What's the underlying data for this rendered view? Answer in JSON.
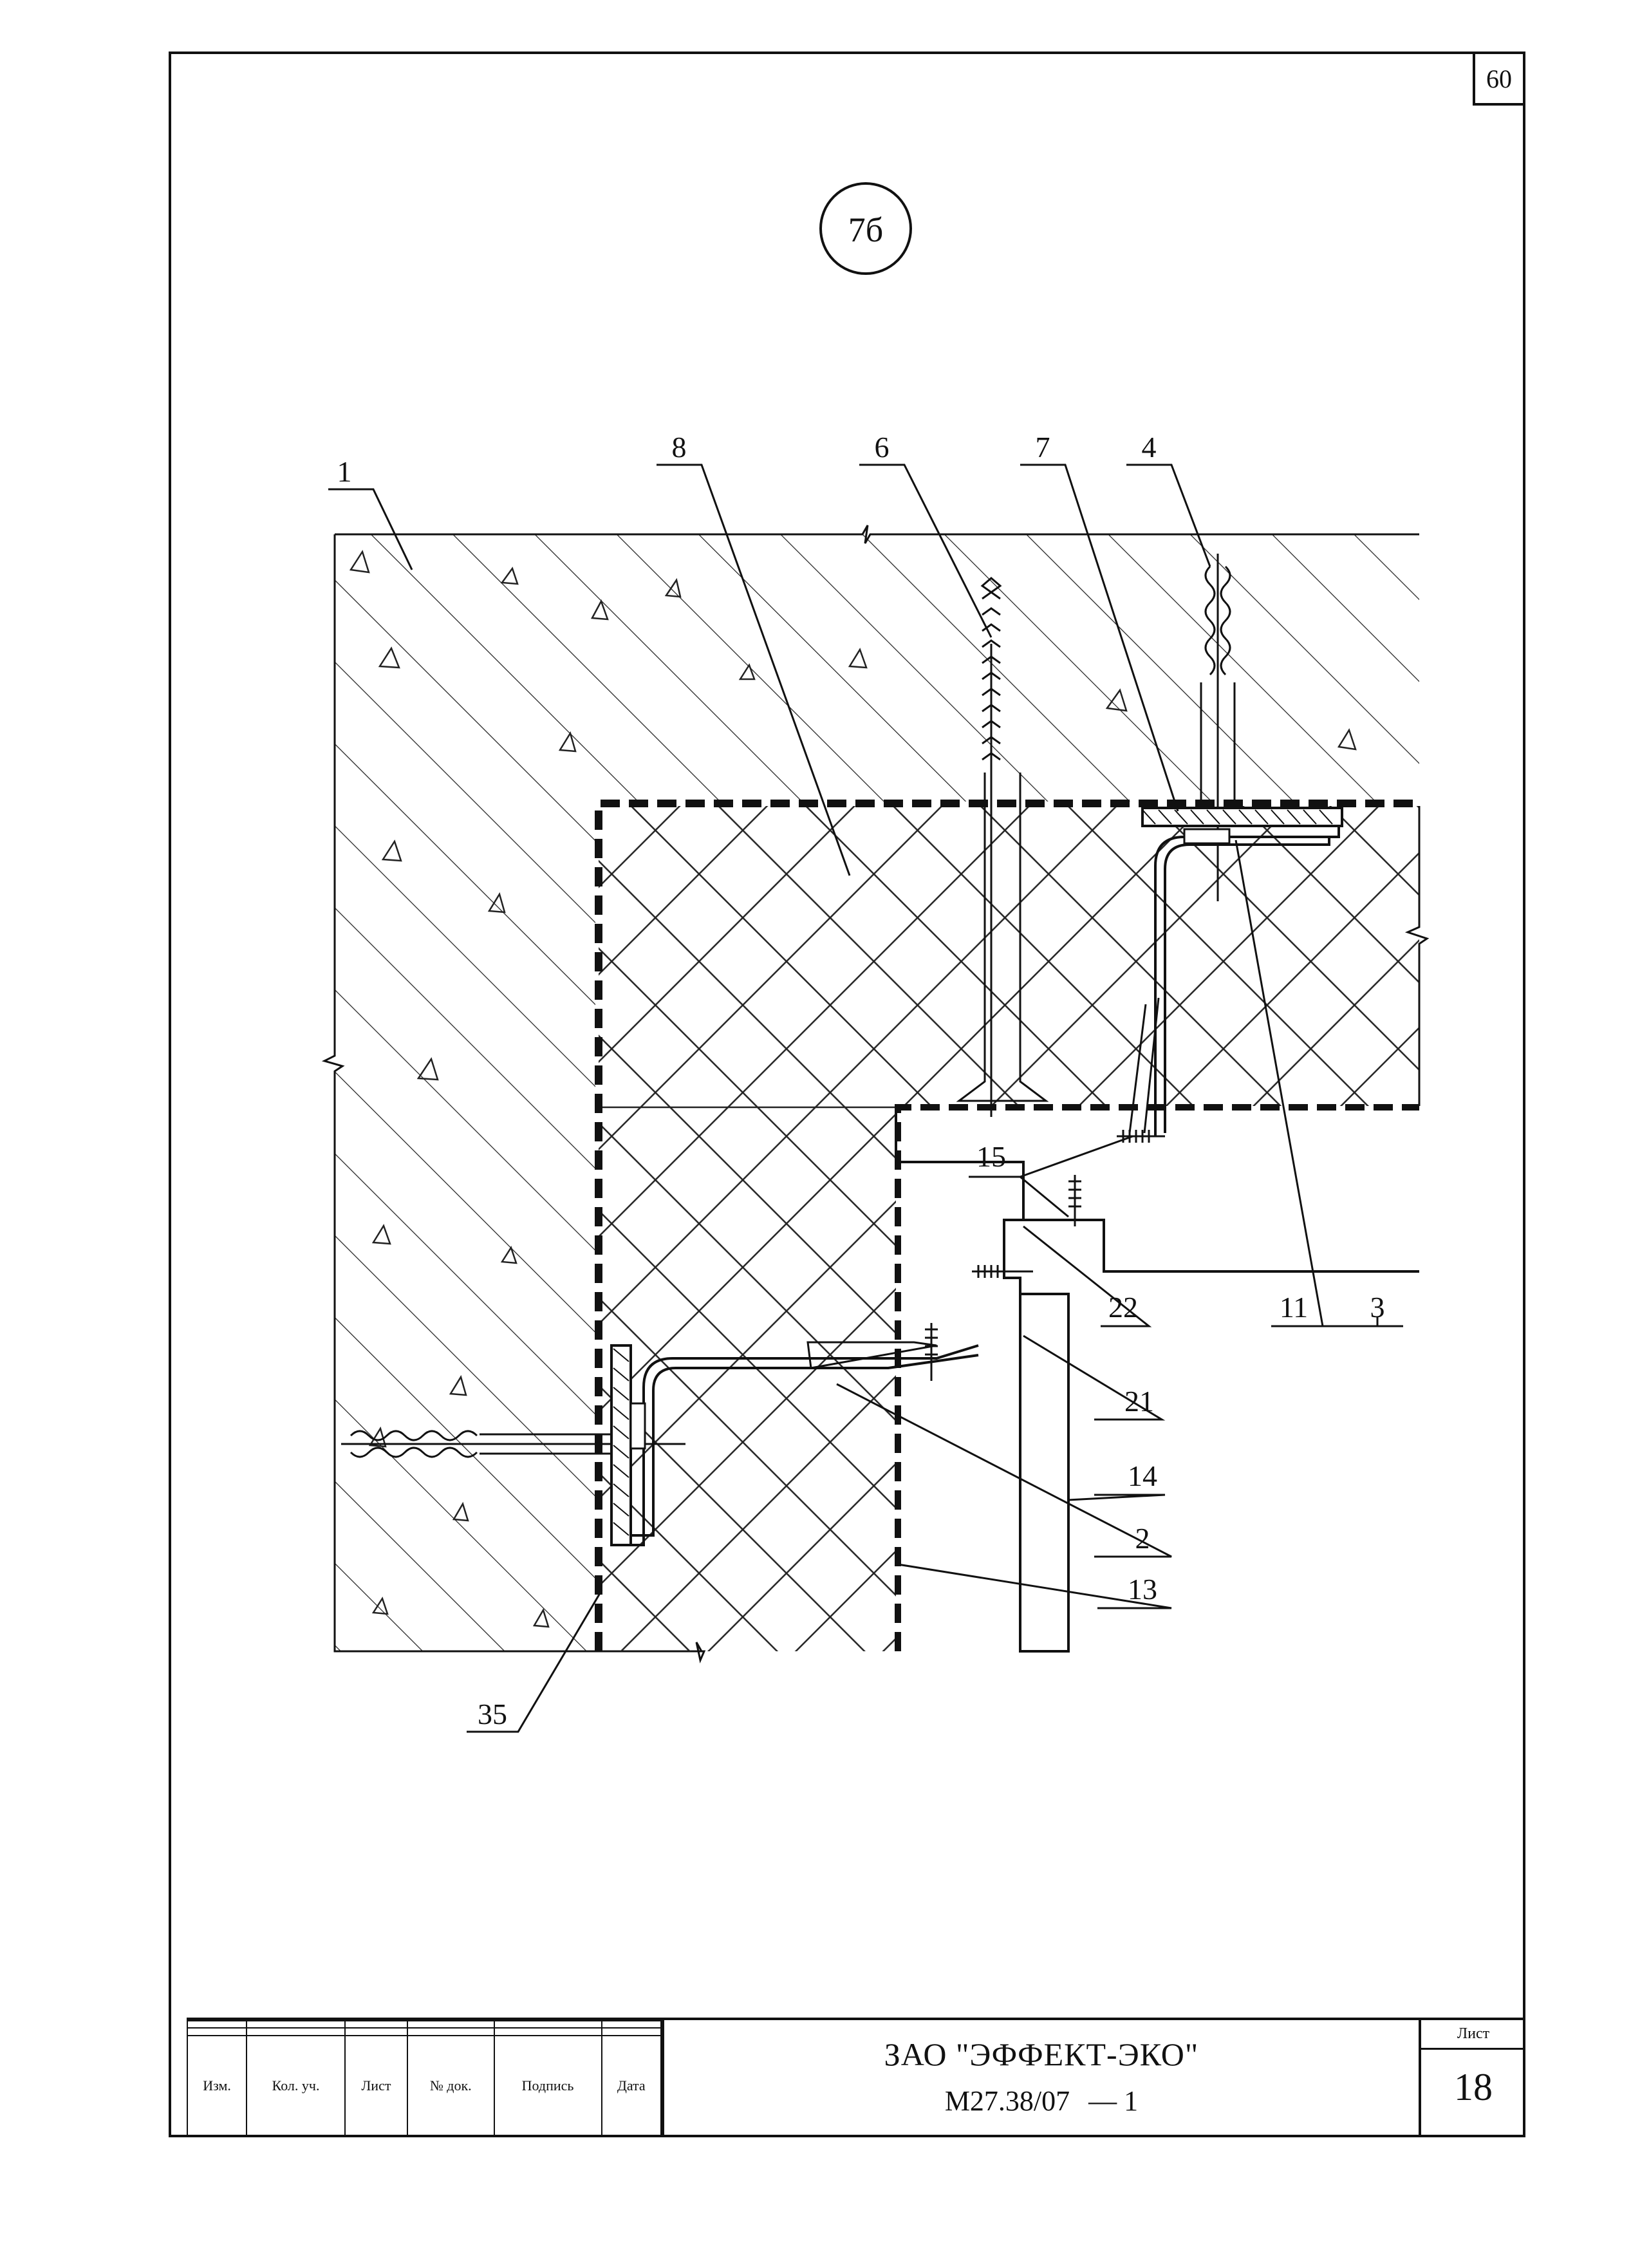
{
  "sheet": {
    "page_number": "60",
    "detail_mark": "7б"
  },
  "callouts": [
    "1",
    "8",
    "6",
    "7",
    "4",
    "15",
    "22",
    "11",
    "3",
    "21",
    "14",
    "2",
    "13",
    "35"
  ],
  "title_block": {
    "columns": [
      "Изм.",
      "Кол. уч.",
      "Лист",
      "№ док.",
      "Подпись",
      "Дата"
    ],
    "company": "ЗАО \"ЭФФЕКТ-ЭКО\"",
    "document_code": "М27.38/07",
    "document_suffix": "— 1",
    "sheet_label": "Лист",
    "sheet_number": "18"
  }
}
